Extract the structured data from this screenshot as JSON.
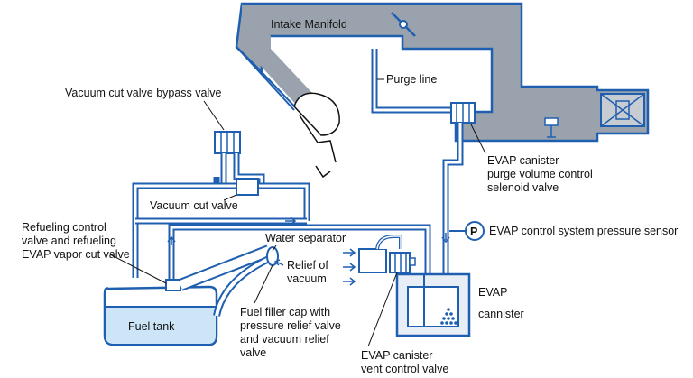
{
  "labels": {
    "intake_manifold": "Intake Manifold",
    "purge_line": "Purge line",
    "vacuum_cut_valve_bypass": "Vacuum cut valve bypass valve",
    "vacuum_cut_valve": "Vacuum cut valve",
    "refueling_control": [
      "Refueling control",
      "valve and refueling",
      "EVAP vapor cut valve"
    ],
    "water_separator": "Water separator",
    "relief_of_vacuum": [
      "Relief of",
      "vacuum"
    ],
    "fuel_filler_cap": [
      "Fuel filler cap with",
      "pressure relief valve",
      "and vacuum relief",
      "valve"
    ],
    "fuel_tank": "Fuel tank",
    "purge_solenoid": [
      "EVAP canister",
      "purge volume control",
      "selenoid valve"
    ],
    "pressure_sensor": "EVAP control system pressure sensor",
    "pressure_sensor_symbol": "P",
    "canister": [
      "EVAP",
      "cannister"
    ],
    "vent_valve": [
      "EVAP canister",
      "vent control valve"
    ]
  },
  "colors": {
    "manifold_fill": "#9aa3ad",
    "manifold_outline": "#1f5fb0",
    "pipe": "#1f5fb0",
    "fuel_liquid": "#cde6f7",
    "fuel_tank_label_bg": "#1f5fb0",
    "canister_fill": "#e8eef6"
  },
  "icons": [
    "throttle-valve-icon",
    "engine-cylinder-icon",
    "pressure-sensor-icon",
    "flow-arrow-icon"
  ]
}
